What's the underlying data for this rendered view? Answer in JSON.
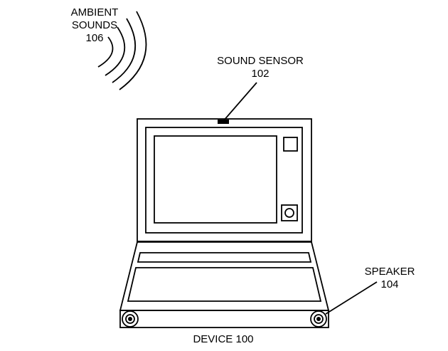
{
  "labels": {
    "ambient_line1": "AMBIENT",
    "ambient_line2": "SOUNDS",
    "ambient_ref": "106",
    "sensor_name": "SOUND SENSOR",
    "sensor_ref": "102",
    "speaker_name": "SPEAKER",
    "speaker_ref": "104",
    "device": "DEVICE 100"
  }
}
